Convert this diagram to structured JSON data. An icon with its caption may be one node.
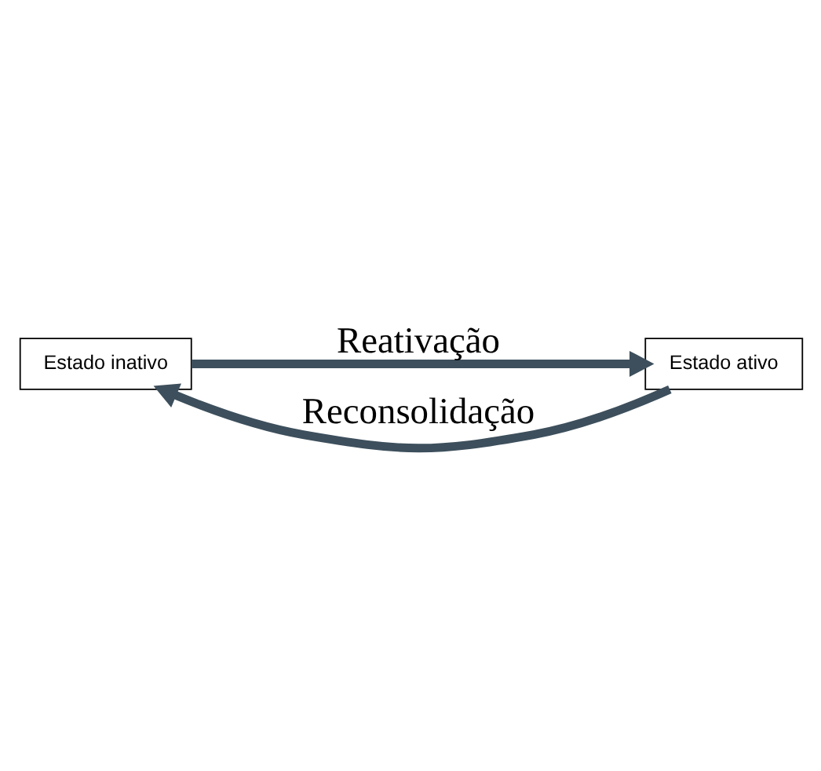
{
  "diagram": {
    "nodes": [
      {
        "text": [
          "Estado inativo"
        ]
      },
      {
        "text": [
          "Estado ativo"
        ]
      }
    ],
    "edges": [
      {
        "from": 0,
        "to": 1,
        "arrow": "to",
        "label": "Reativação"
      },
      {
        "from": 1,
        "to": 0,
        "arrow": "to",
        "label": "Reconsolidação"
      }
    ]
  }
}
